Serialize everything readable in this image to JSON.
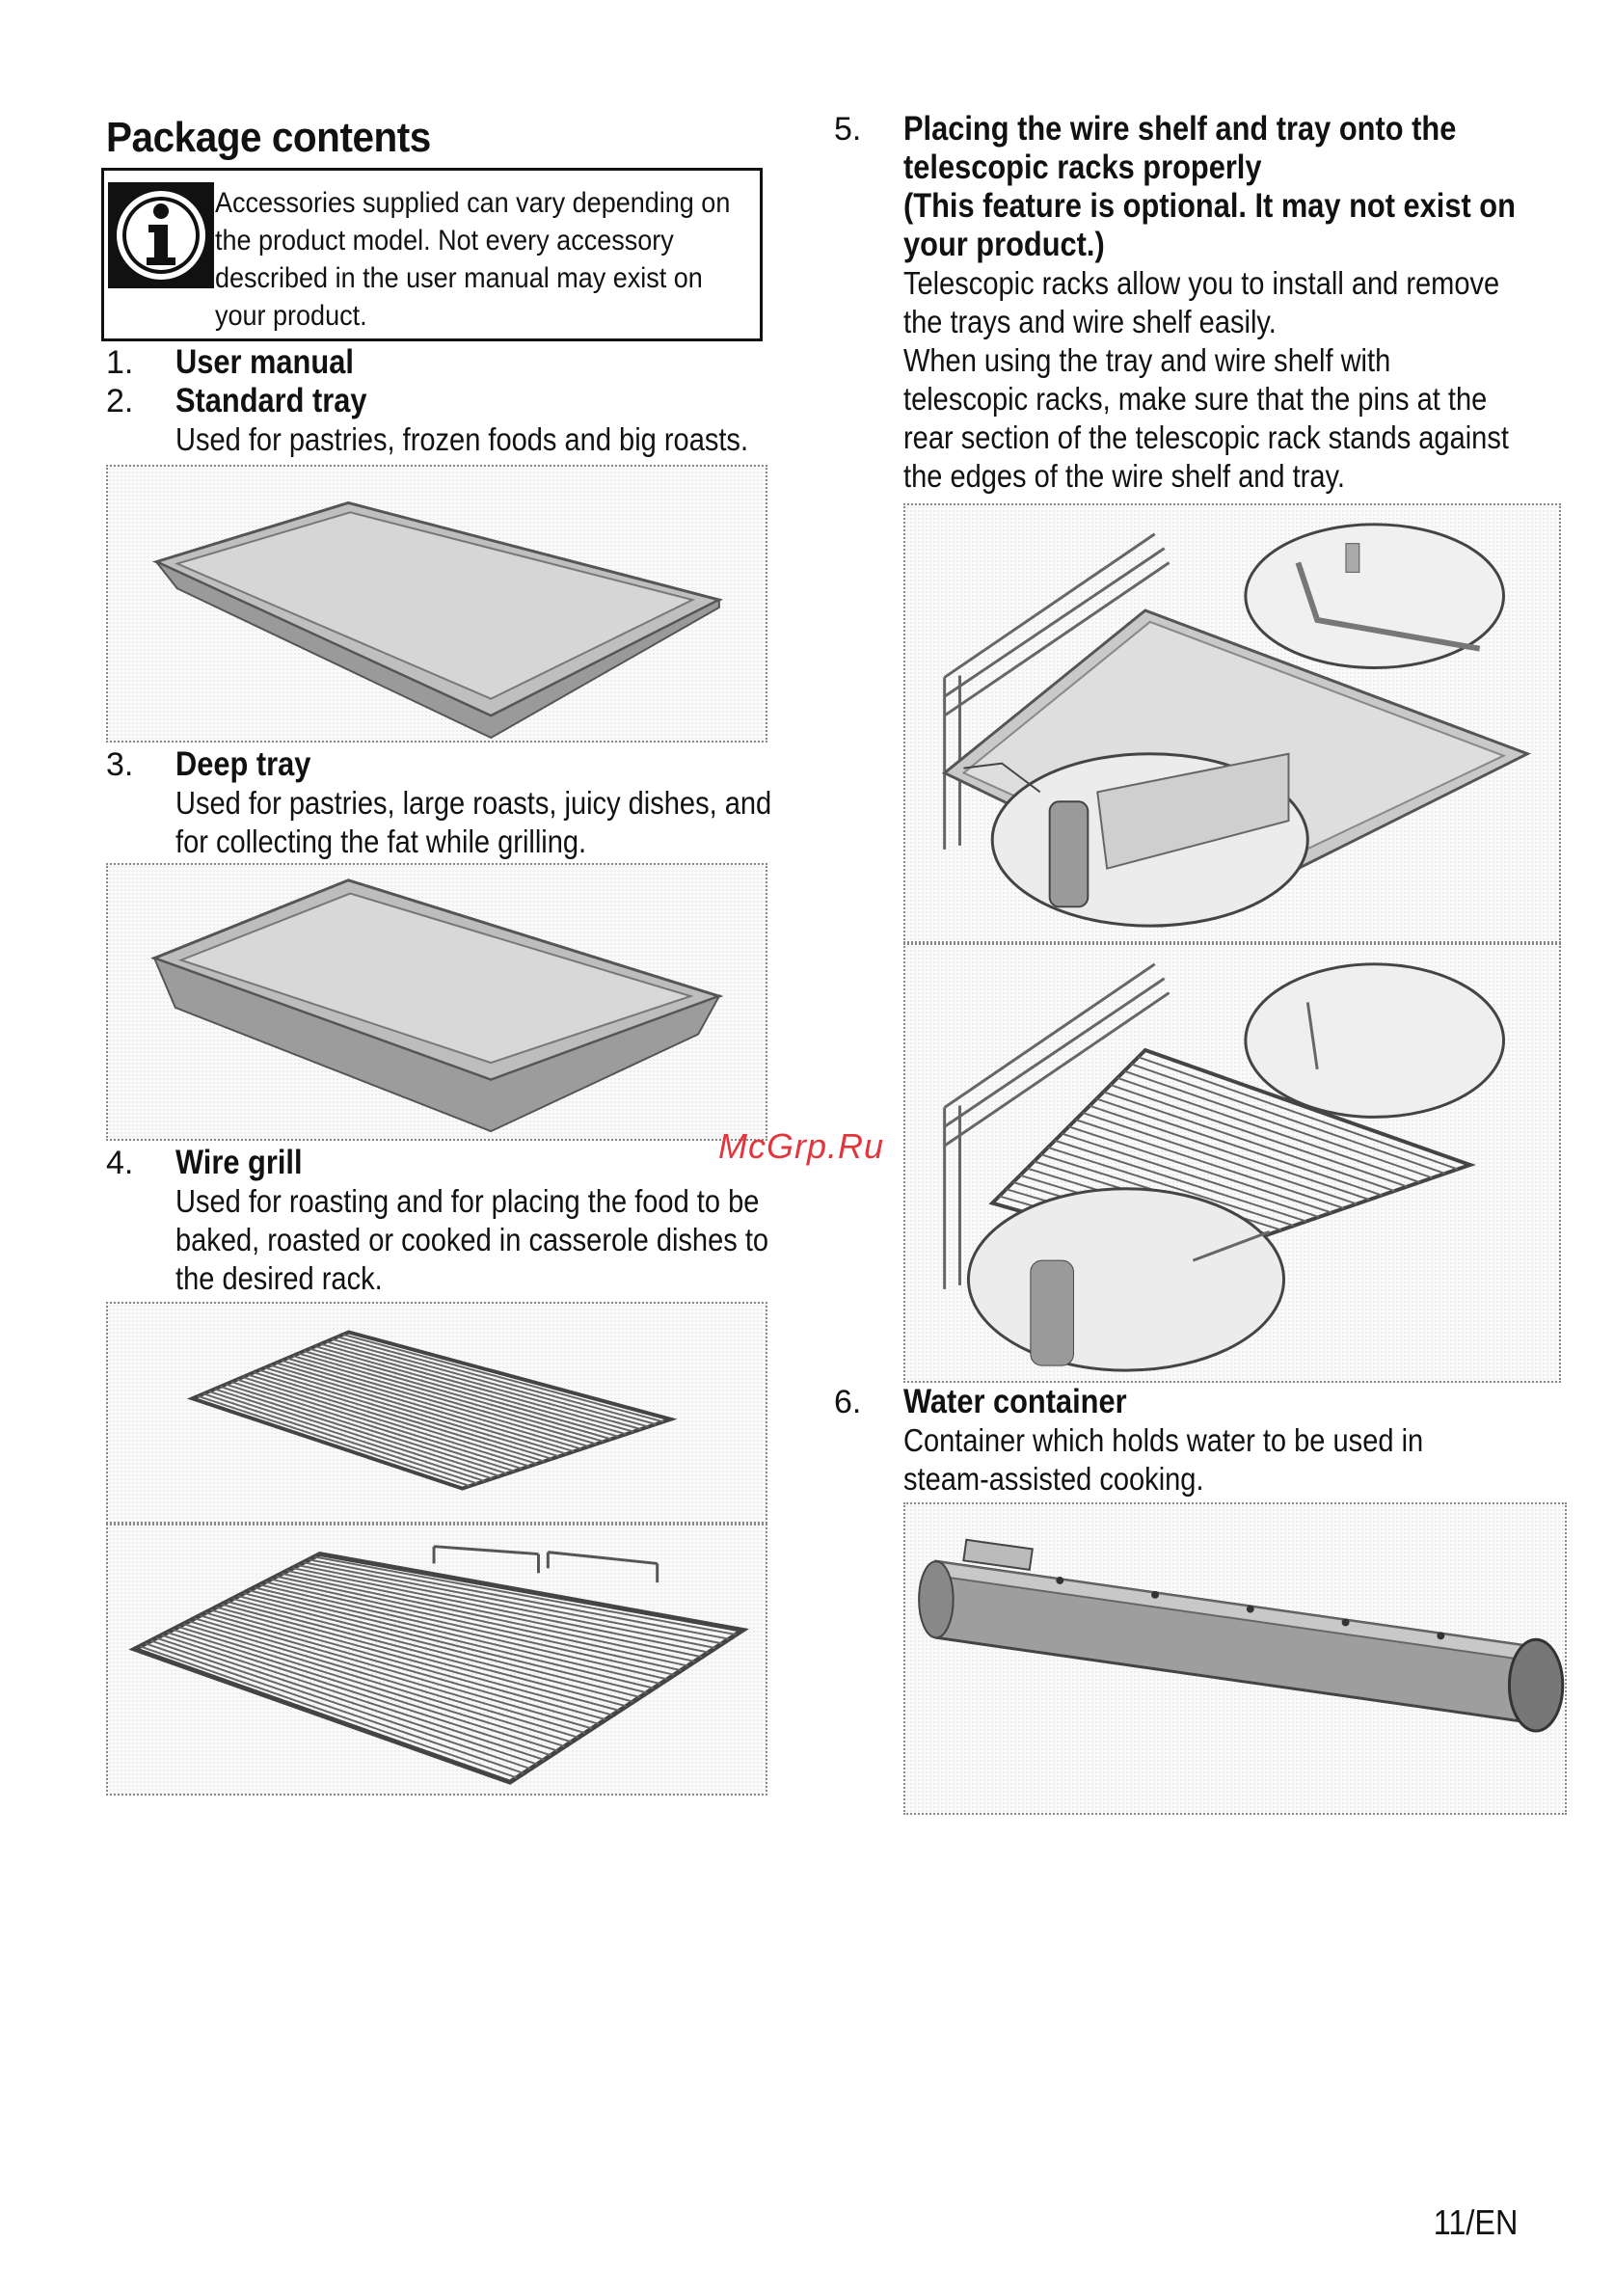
{
  "section_title": "Package contents",
  "info_note": {
    "icon": "info-icon",
    "lines": [
      "Accessories supplied can vary depending on",
      "the product model. Not every accessory",
      "described in the user manual may exist on",
      "your product."
    ]
  },
  "items": [
    {
      "number": "1.",
      "title": "User manual",
      "description": []
    },
    {
      "number": "2.",
      "title": "Standard tray",
      "description": [
        "Used for pastries, frozen foods and big roasts."
      ]
    },
    {
      "number": "3.",
      "title": "Deep tray",
      "description": [
        "Used for pastries, large roasts, juicy dishes, and",
        "for collecting the fat while grilling."
      ]
    },
    {
      "number": "4.",
      "title": "Wire grill",
      "description": [
        "Used for roasting and for placing the food to be",
        "baked, roasted or cooked in casserole dishes to",
        "the desired rack."
      ]
    },
    {
      "number": "5.",
      "title": [
        "Placing the wire shelf and tray onto the",
        "telescopic racks properly",
        "(This feature is optional. It may not exist on",
        "your product.)"
      ],
      "description": [
        "Telescopic racks allow you to install and remove",
        "the trays and wire shelf easily.",
        "When using the tray and wire shelf with",
        "telescopic racks, make sure that the pins at the",
        "rear section of the telescopic rack stands against",
        "the edges of the wire shelf and tray."
      ]
    },
    {
      "number": "6.",
      "title": "Water container",
      "description": [
        "Container which holds water to be used in",
        "steam-assisted cooking."
      ]
    }
  ],
  "watermark": "McGrp.Ru",
  "page_number": "11/EN"
}
